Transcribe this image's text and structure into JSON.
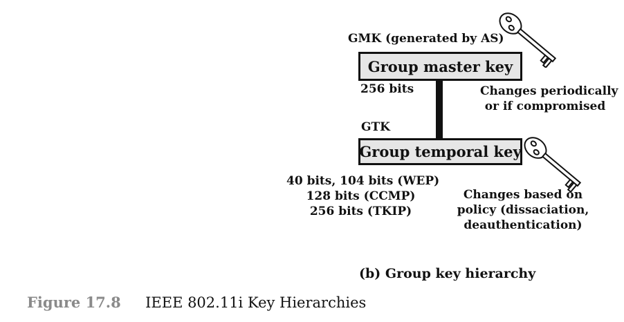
{
  "gmk_label": "GMK (generated by AS)",
  "gmk_box": "Group master key",
  "gmk_bits": "256 bits",
  "gmk_changes": [
    "Changes periodically",
    "or if compromised"
  ],
  "gtk_label": "GTK",
  "gtk_box": "Group temporal key",
  "gtk_bits": [
    "40 bits, 104 bits (WEP)",
    "128 bits (CCMP)",
    "256 bits (TKIP)"
  ],
  "gtk_changes": [
    "Changes based on",
    "policy (dissaciation,",
    "deauthentication)"
  ],
  "subcaption": "(b) Group key hierarchy",
  "figure_number": "Figure 17.8",
  "figure_title": "IEEE 802.11i Key Hierarchies",
  "colors": {
    "box_fill": "#e6e6e6",
    "stroke": "#111111",
    "figure_number": "#8a8a8a"
  },
  "icons": [
    "key-icon",
    "key-icon"
  ]
}
